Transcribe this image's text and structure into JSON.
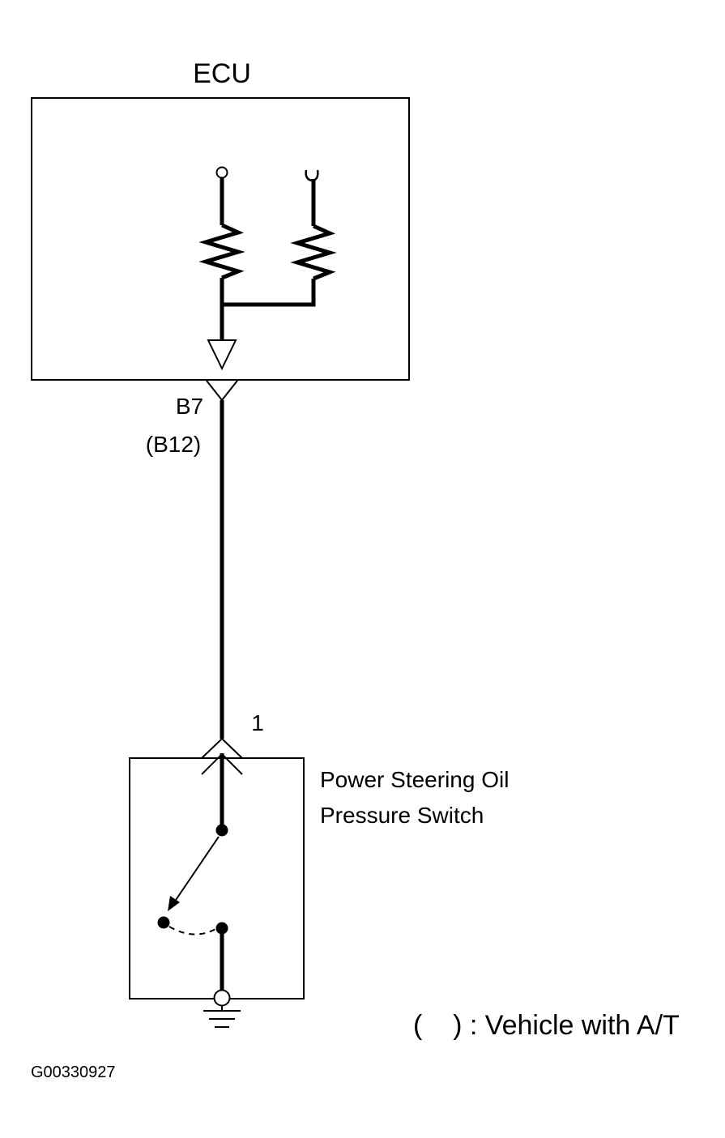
{
  "ecu": {
    "label": "ECU"
  },
  "connector_ecu": {
    "pin": "B7",
    "pin_at": "(B12)"
  },
  "connector_switch": {
    "pin": "1"
  },
  "switch": {
    "label_line1": "Power Steering Oil",
    "label_line2": "Pressure Switch"
  },
  "legend": {
    "text": "(    ) : Vehicle with A/T"
  },
  "figure_id": "G00330927",
  "colors": {
    "line": "#000000",
    "background": "#ffffff"
  }
}
